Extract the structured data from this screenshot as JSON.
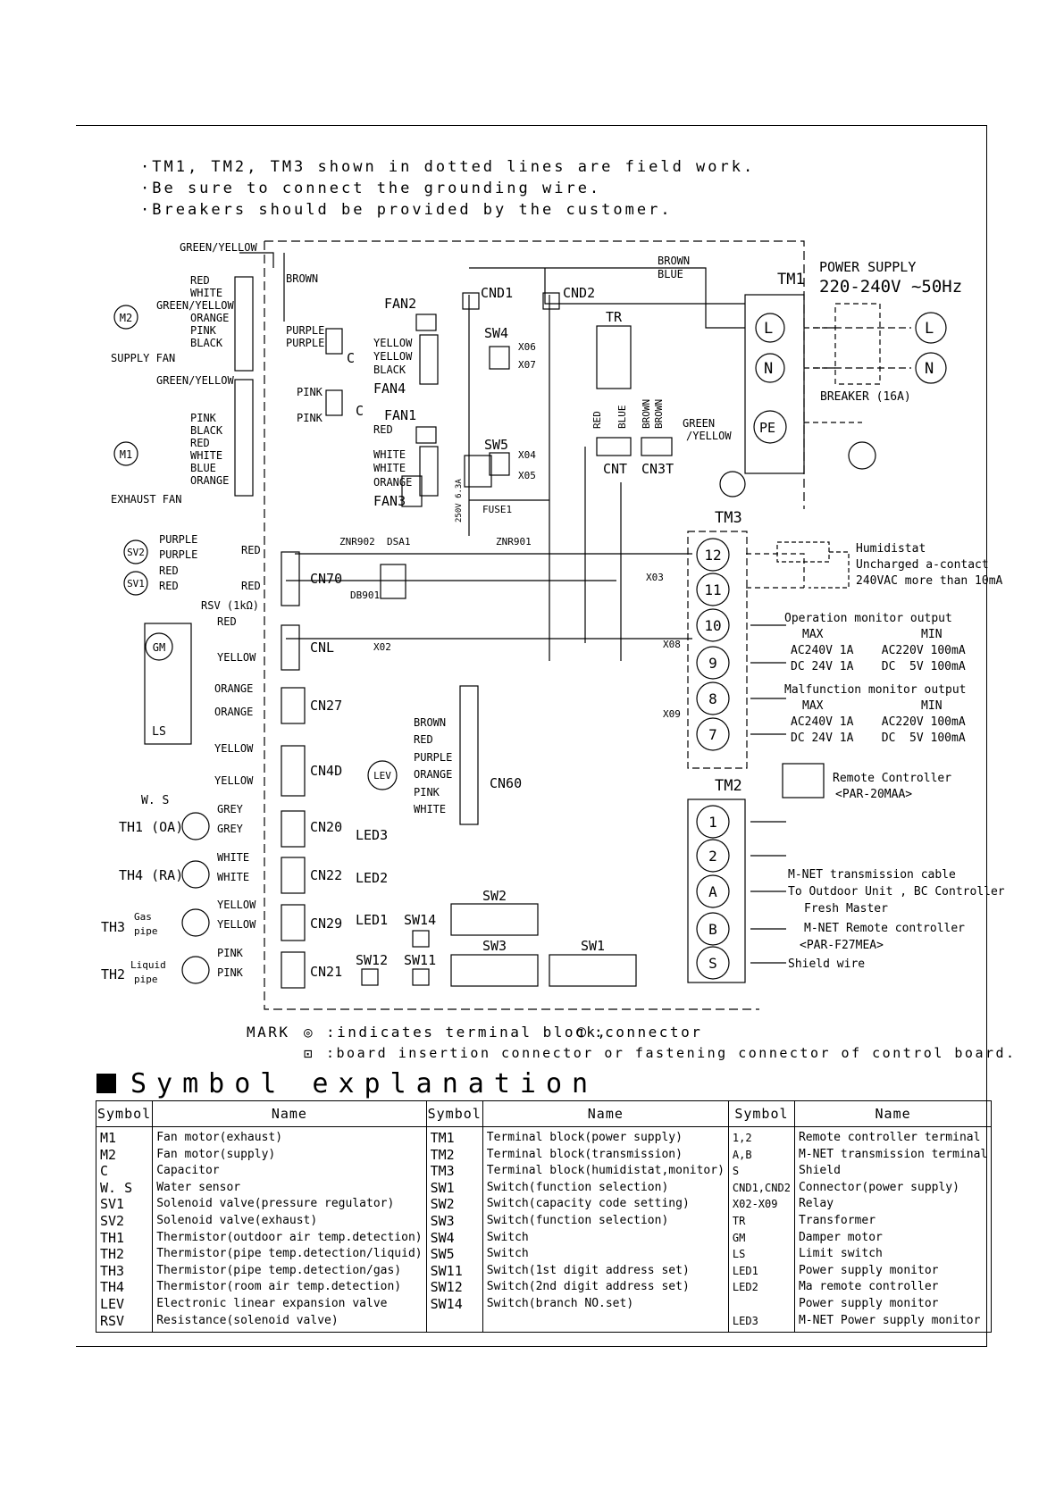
{
  "notes": [
    "·TM1, TM2, TM3 shown in dotted lines are field work.",
    "·Be sure to connect the grounding wire.",
    "·Breakers should be provided by the customer."
  ],
  "power": {
    "title": "POWER SUPPLY",
    "spec": "220-240V ~50Hz",
    "breaker": "BREAKER (16A)",
    "l": "L",
    "n": "N",
    "pe": "PE"
  },
  "terminals": {
    "tm1": "TM1",
    "tm2": "TM2",
    "tm3": "TM3",
    "tm3_items": [
      "12",
      "11",
      "10",
      "9",
      "8",
      "7"
    ],
    "tm2_items": [
      "1",
      "2",
      "A",
      "B",
      "S"
    ]
  },
  "motors": {
    "m2": "M2",
    "m1": "M1",
    "supply_fan": "SUPPLY FAN",
    "exhaust_fan": "EXHAUST FAN",
    "gm": "GM",
    "lev": "LEV",
    "ls": "LS",
    "ws": "W. S",
    "sv1": "SV1",
    "sv2": "SV2"
  },
  "wires": {
    "m2": [
      "RED",
      "WHITE",
      "GREEN/YELLOW",
      "ORANGE",
      "PINK",
      "BLACK"
    ],
    "m1": [
      "GREEN/YELLOW",
      "PINK",
      "BLACK",
      "RED",
      "WHITE",
      "BLUE",
      "ORANGE"
    ],
    "lev": [
      "BROWN",
      "RED",
      "PURPLE",
      "ORANGE",
      "PINK",
      "WHITE"
    ],
    "top_gy": "GREEN/YELLOW",
    "top_brown": "BROWN",
    "brown2": "BROWN",
    "blue": "BLUE",
    "purple": "PURPLE",
    "pink": "PINK",
    "cap": "C",
    "fan2_w": [
      "YELLOW",
      "YELLOW",
      "BLACK"
    ],
    "fan1_red": "RED",
    "fan1_w": [
      "WHITE",
      "WHITE",
      "ORANGE"
    ],
    "sv_w": [
      "PURPLE",
      "PURPLE",
      "RED",
      "RED"
    ],
    "red": "RED",
    "yellow": "YELLOW",
    "orange": "ORANGE",
    "grey": "GREY",
    "white": "WHITE",
    "tr_w": [
      "RED",
      "BLUE",
      "BROWN",
      "BROWN"
    ],
    "gy_split": "GREEN\n/YELLOW",
    "rsv": "RSV (1kΩ)"
  },
  "components": {
    "fan2": "FAN2",
    "fan4": "FAN4",
    "fan1": "FAN1",
    "fan3": "FAN3",
    "cnd1": "CND1",
    "cnd2": "CND2",
    "tr": "TR",
    "sw4": "SW4",
    "sw5": "SW5",
    "x06": "X06",
    "x07": "X07",
    "x04": "X04",
    "x05": "X05",
    "x03": "X03",
    "x02": "X02",
    "x08": "X08",
    "x09": "X09",
    "cnt": "CNT",
    "cn3t": "CN3T",
    "fuse": "FUSE1",
    "fuse_rating": "250V 6.3A",
    "znr902": "ZNR902",
    "znr901": "ZNR901",
    "dsa": "DSA1",
    "db": "DB901",
    "cn70": "CN70",
    "cnl": "CNL",
    "cn27": "CN27",
    "cn4d": "CN4D",
    "cn60": "CN60",
    "cn20": "CN20",
    "cn22": "CN22",
    "cn29": "CN29",
    "cn21": "CN21",
    "led3": "LED3",
    "led2": "LED2",
    "led1": "LED1",
    "sw14": "SW14",
    "sw12": "SW12",
    "sw11": "SW11",
    "sw2": "SW2",
    "sw3": "SW3",
    "sw1": "SW1",
    "th1": "TH1 (OA)",
    "th4": "TH4 (RA)",
    "th3": "TH3",
    "th2": "TH2",
    "gas": "Gas",
    "pipe": "pipe",
    "liquid": "Liquid"
  },
  "right": {
    "humid": [
      "Humidistat",
      "Uncharged a-contact",
      "240VAC more than 10mA"
    ],
    "op": [
      "Operation monitor output",
      "MAX              MIN",
      "AC240V 1A    AC220V 100mA",
      "DC 24V 1A    DC  5V 100mA"
    ],
    "mal": [
      "Malfunction monitor output",
      "MAX              MIN",
      "AC240V 1A    AC220V 100mA",
      "DC 24V 1A    DC  5V 100mA"
    ],
    "remote": [
      "Remote Controller",
      "<PAR-20MAA>"
    ],
    "mnet": [
      "M-NET transmission cable",
      "To Outdoor Unit , BC Controller",
      "Fresh Master",
      "M-NET Remote controller",
      "<PAR-F27MEA>",
      "Shield wire"
    ]
  },
  "mark": {
    "label": "MARK",
    "l1": ":indicates terminal block,",
    "l1b": ":connector",
    "l2": ":board insertion connector or fastening connector of control board."
  },
  "symbol_title": "Symbol explanation",
  "table": {
    "headers": [
      "Symbol",
      "Name",
      "Symbol",
      "Name",
      "Symbol",
      "Name"
    ],
    "c1_sym": "M1\nM2\nC\nW. S\nSV1\nSV2\nTH1\nTH2\nTH3\nTH4\nLEV\nRSV",
    "c1_name": "Fan motor(exhaust)\nFan motor(supply)\nCapacitor\nWater sensor\nSolenoid valve(pressure regulator)\nSolenoid valve(exhaust)\nThermistor(outdoor air temp.detection)\nThermistor(pipe temp.detection/liquid)\nThermistor(pipe temp.detection/gas)\nThermistor(room air temp.detection)\nElectronic linear expansion valve\nResistance(solenoid valve)",
    "c2_sym": "TM1\nTM2\nTM3\nSW1\nSW2\nSW3\nSW4\nSW5\nSW11\nSW12\nSW14",
    "c2_name": "Terminal block(power supply)\nTerminal block(transmission)\nTerminal block(humidistat,monitor)\nSwitch(function selection)\nSwitch(capacity code setting)\nSwitch(function selection)\nSwitch\nSwitch\nSwitch(1st digit address set)\nSwitch(2nd digit address set)\nSwitch(branch NO.set)",
    "c3_sym": "1,2\nA,B\nS\nCND1,CND2\nX02-X09\nTR\nGM\nLS\nLED1\nLED2\n\nLED3",
    "c3_name": "Remote controller terminal\nM-NET transmission terminal\nShield\nConnector(power supply)\nRelay\nTransformer\nDamper motor\nLimit switch\nPower supply monitor\nMa remote controller\nPower supply monitor\nM-NET Power supply monitor"
  }
}
